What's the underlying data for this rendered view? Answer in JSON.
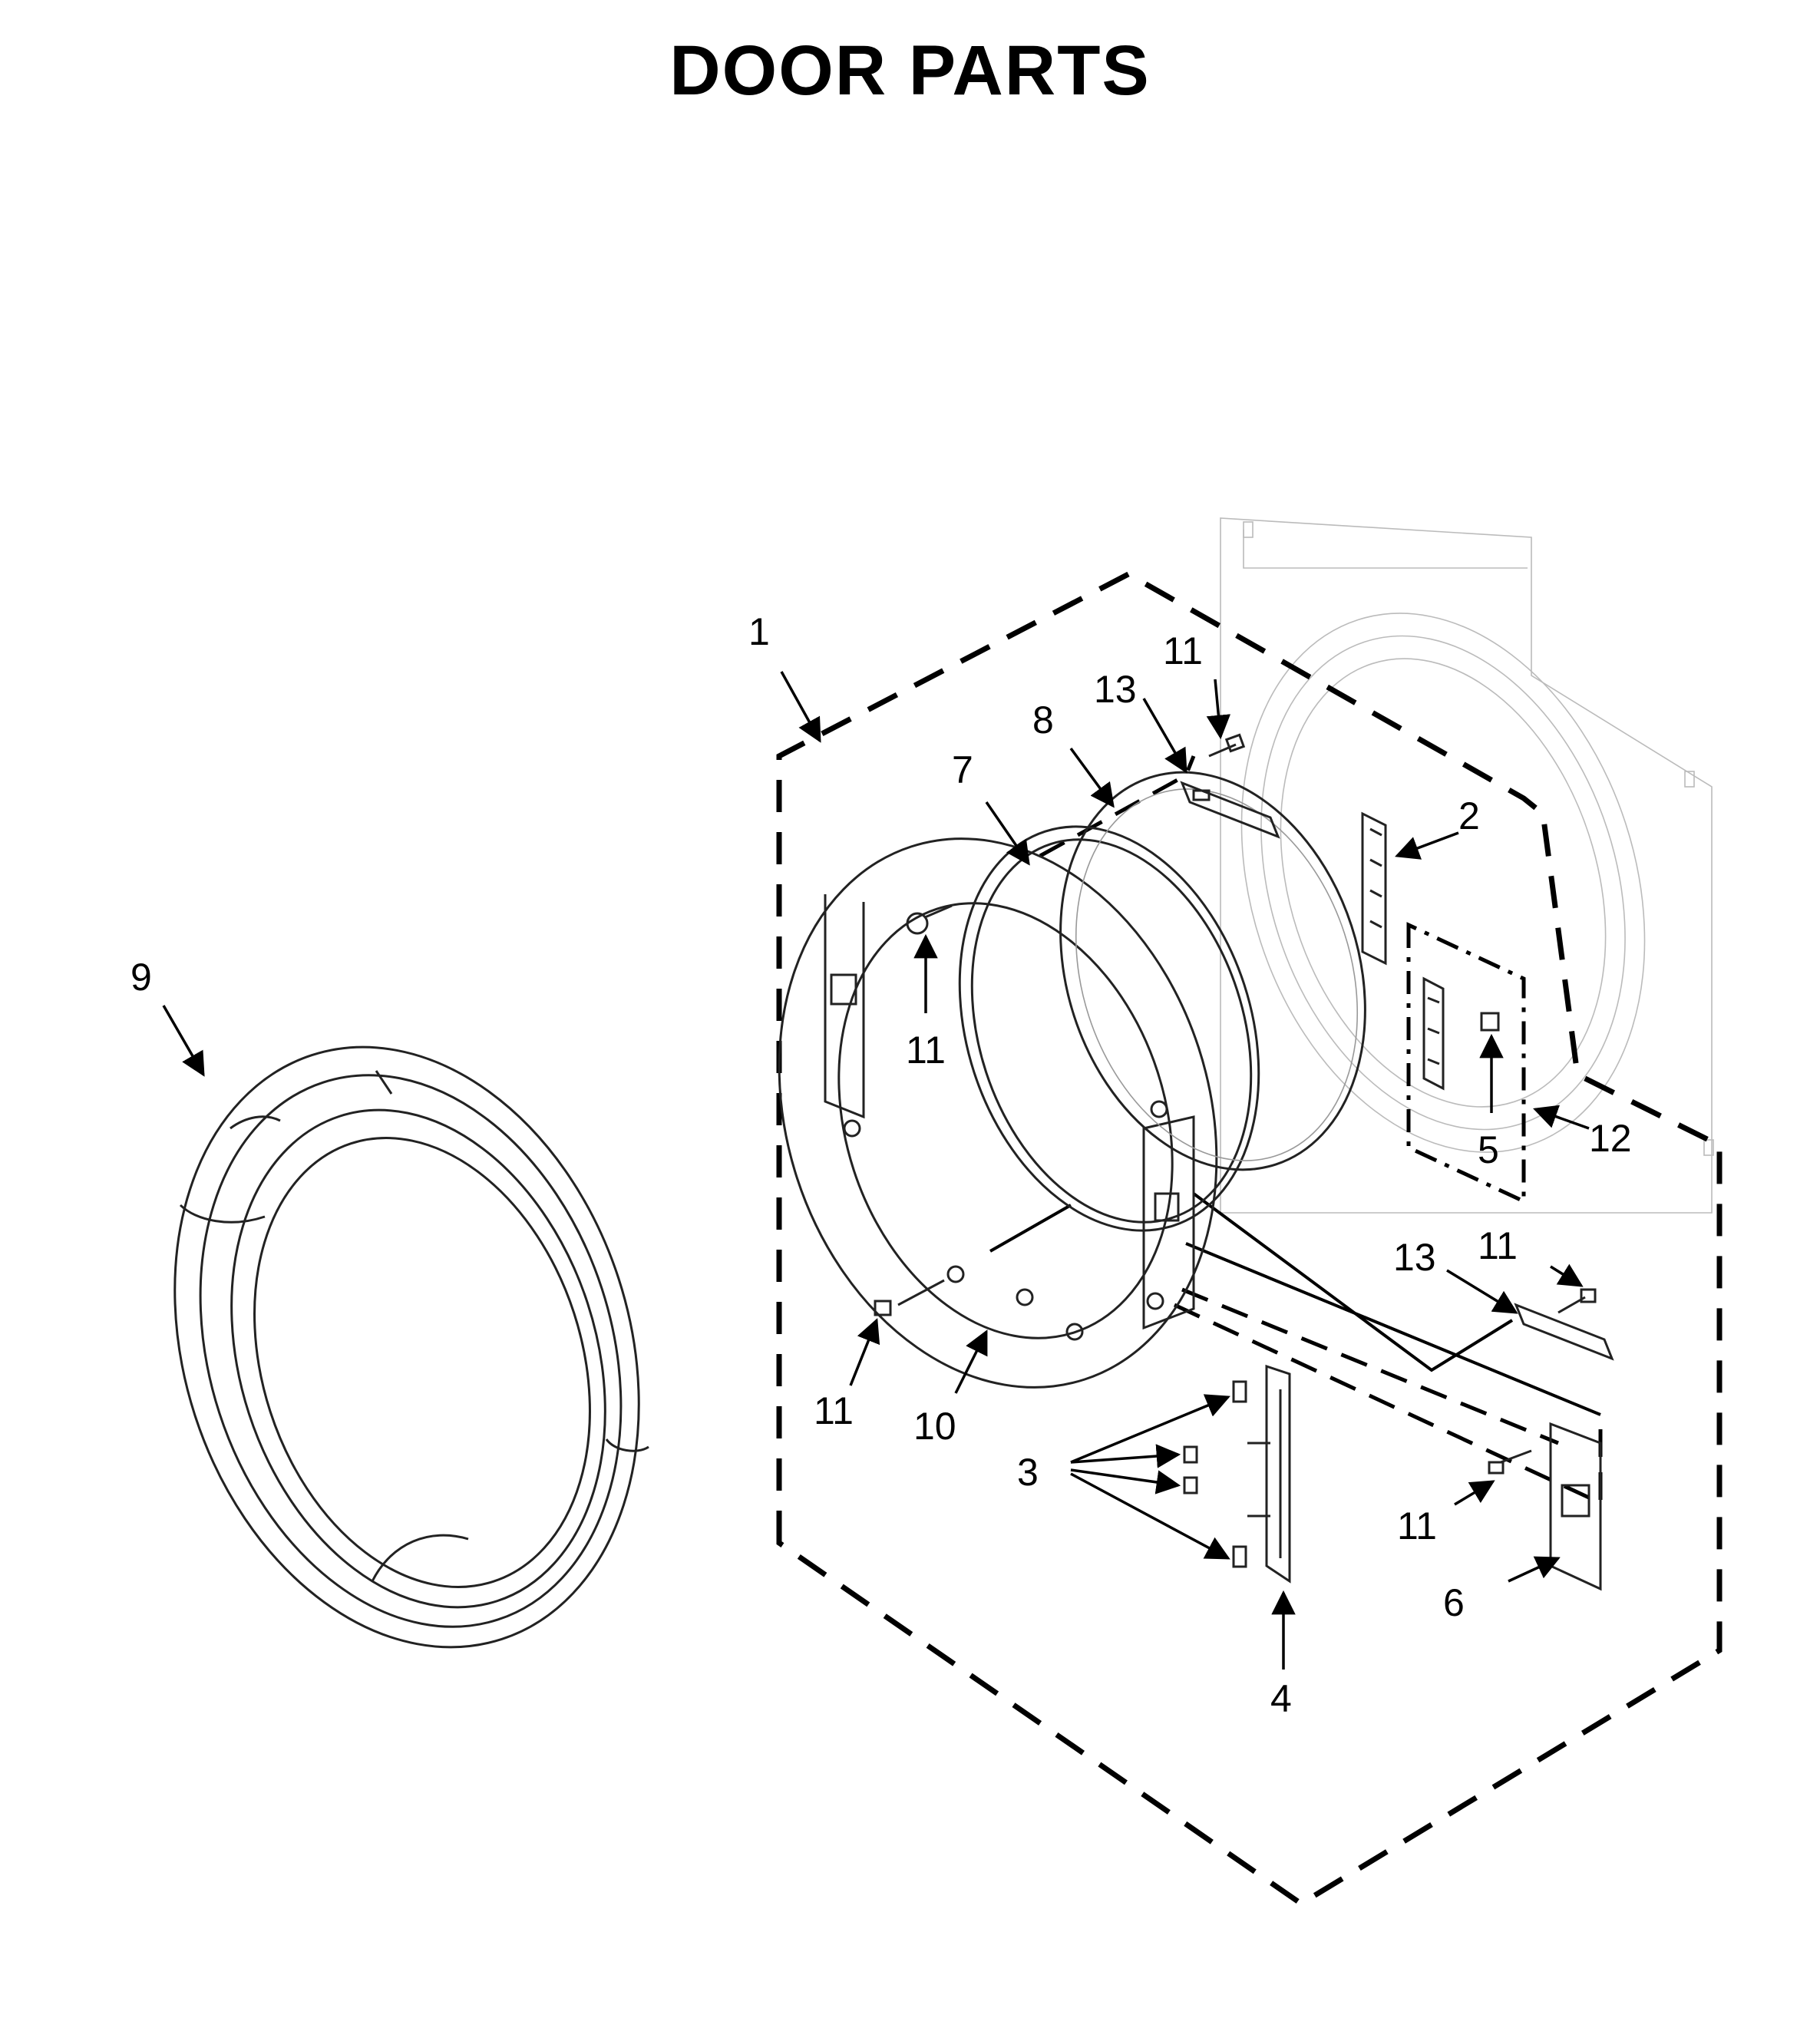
{
  "title": "DOOR PARTS",
  "callouts": [
    "1",
    "2",
    "3",
    "4",
    "5",
    "6",
    "7",
    "8",
    "9",
    "10",
    "11",
    "12",
    "13"
  ]
}
